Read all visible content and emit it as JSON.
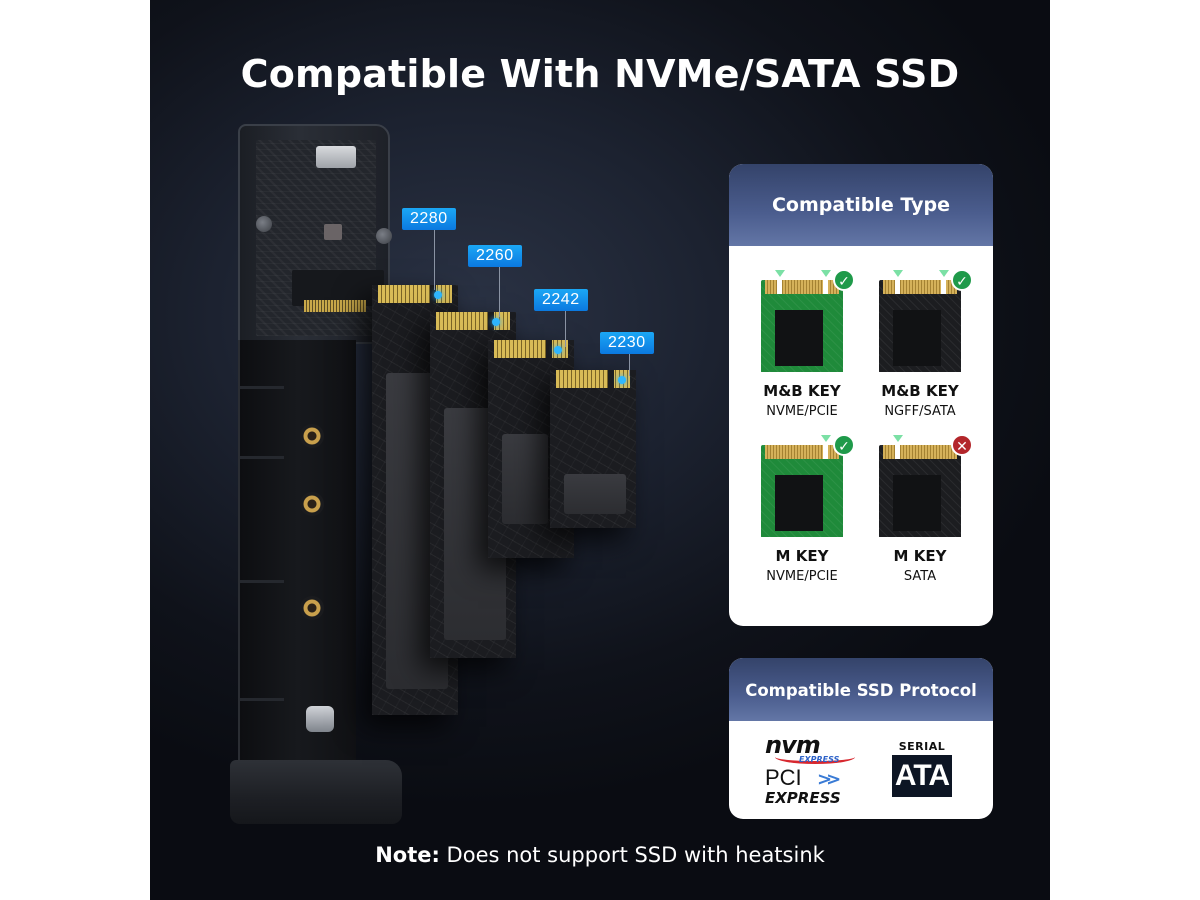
{
  "title": "Compatible With NVMe/SATA SSD",
  "ssd_sizes": [
    {
      "label": "2280"
    },
    {
      "label": "2260"
    },
    {
      "label": "2242"
    },
    {
      "label": "2230"
    }
  ],
  "compatible_type": {
    "heading": "Compatible Type",
    "items": [
      {
        "key": "M&B KEY",
        "protocol": "NVME/PCIE",
        "board_color": "green",
        "status": "supported",
        "status_icon": "✓"
      },
      {
        "key": "M&B KEY",
        "protocol": "NGFF/SATA",
        "board_color": "black",
        "status": "supported",
        "status_icon": "✓"
      },
      {
        "key": "M KEY",
        "protocol": "NVME/PCIE",
        "board_color": "green",
        "status": "supported",
        "status_icon": "✓"
      },
      {
        "key": "M KEY",
        "protocol": "SATA",
        "board_color": "black",
        "status": "not-supported",
        "status_icon": "✕"
      }
    ]
  },
  "protocol": {
    "heading": "Compatible SSD Protocol",
    "logos": {
      "nvm": {
        "main": "nvm",
        "sub": "EXPRESS"
      },
      "pci": {
        "main": "PCI",
        "arrow": ">>",
        "sub": "EXPRESS"
      },
      "sata": {
        "top": "SERIAL",
        "main": "ATA"
      }
    }
  },
  "note": {
    "label": "Note:",
    "text": " Does not support SSD with heatsink"
  },
  "colors": {
    "tag_blue": "#0b8ae8",
    "header_blue": "#4b5d8e",
    "check_green": "#1f9a4a",
    "cross_red": "#b3262b",
    "background": "#1c2230"
  }
}
